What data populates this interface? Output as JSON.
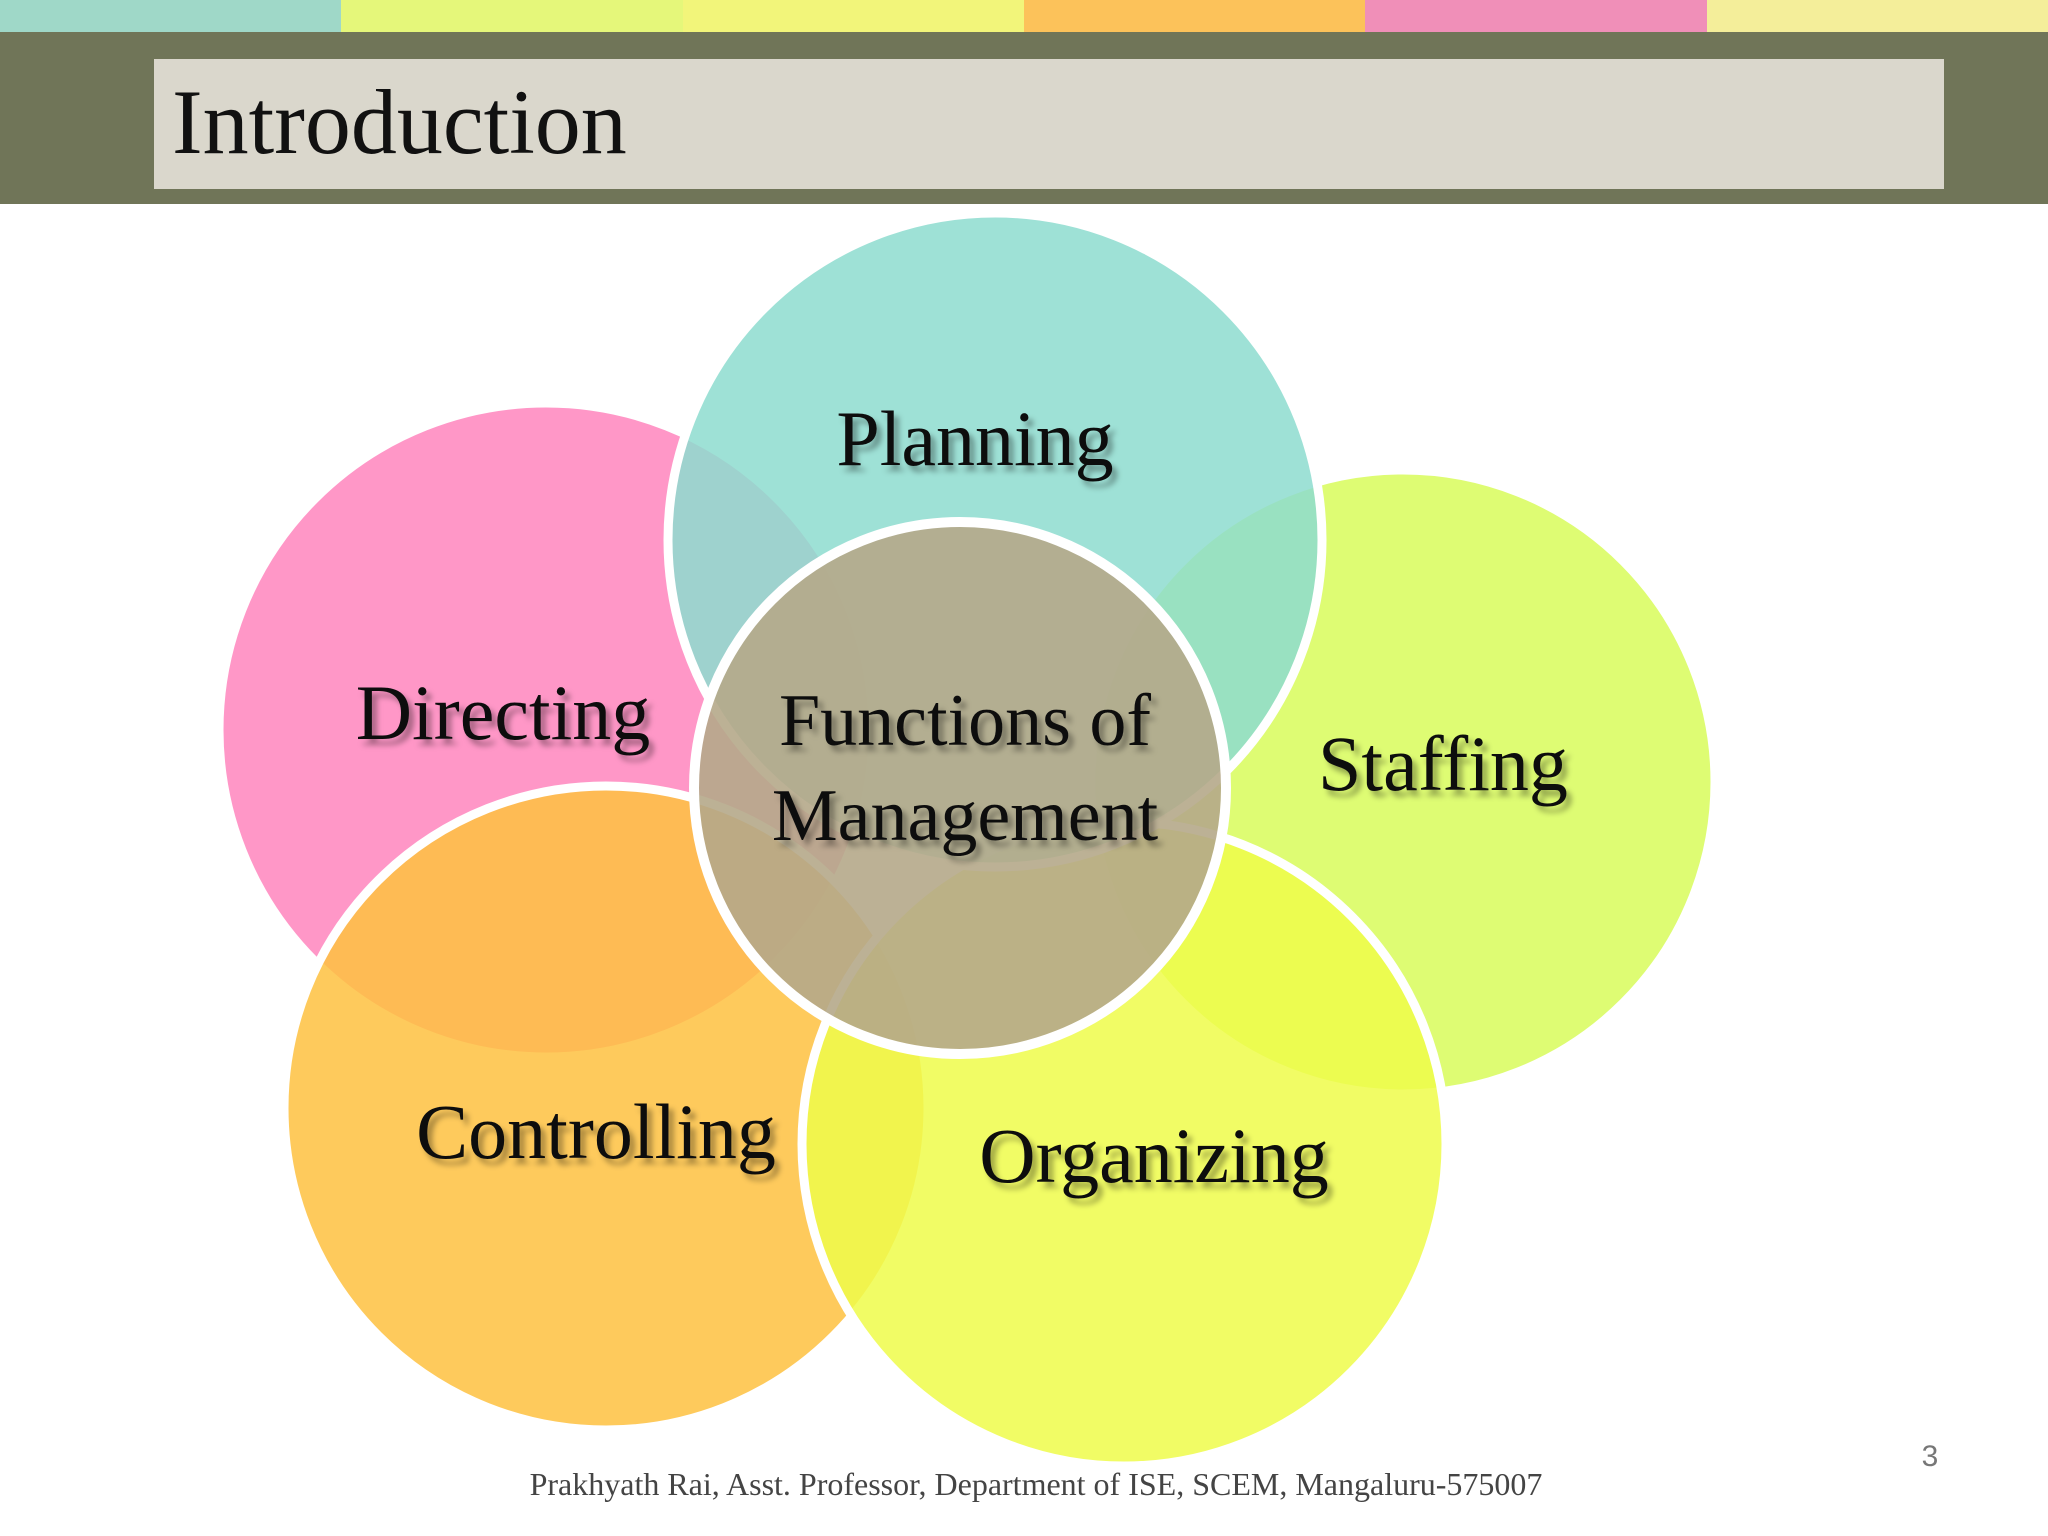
{
  "slide": {
    "title": "Introduction",
    "page_number": "3",
    "footer": "Prakhyath Rai, Asst. Professor, Department of ISE, SCEM, Mangaluru-575007"
  },
  "theme": {
    "band_color": "#707558",
    "strip_colors": [
      "#9fd8c8",
      "#e5f77a",
      "#f2f57a",
      "#fcc25a",
      "#f08fb8",
      "#f4ee9a"
    ]
  },
  "diagram": {
    "center": {
      "line1": "Functions of",
      "line2": "Management",
      "color": "#b5a88a"
    },
    "nodes": [
      {
        "label": "Planning",
        "color": "#8ddccf"
      },
      {
        "label": "Staffing",
        "color": "#d8fb5a"
      },
      {
        "label": "Organizing",
        "color": "#eefc4a"
      },
      {
        "label": "Controlling",
        "color": "#fec13f"
      },
      {
        "label": "Directing",
        "color": "#ff85bd"
      }
    ]
  }
}
